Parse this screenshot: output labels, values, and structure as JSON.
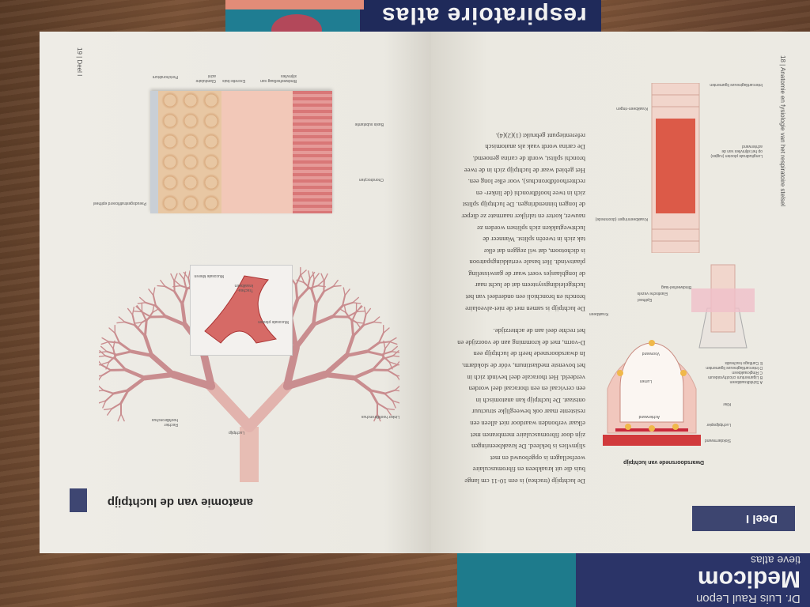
{
  "covers": {
    "top_title": "respiratoire atlas",
    "bottom_brand": "Medicom",
    "bottom_subtitle": "tieve atlas",
    "bottom_author": "Dr. Luis Raul Lepon"
  },
  "page18": {
    "section_tab": "Deel I",
    "running_head": "18 | Anatomie en fysiologie van het respiratoire stelsel",
    "paragraphs": [
      [
        "De luchtpijp (trachea) is een 10-11 cm lange",
        "buis die uit kraakbeen en fibromusculaire",
        "weefsellagen is opgebouwd en met",
        "slijmvlies is bekleed. De kraakbeenringen",
        "zijn door fibromusculaire membranen met",
        "elkaar verbonden waardoor niet alleen een",
        "resistente maar ook beweeglijke structuur",
        "ontstaat. De luchtpijp kan anatomisch in",
        "een cervicaal en een thoracaal deel worden",
        "verdeeld. Het thoracale deel bevindt zich in",
        "het bovenste mediastinum, vóór de slokdarm.",
        "In dwarsdoorsnede heeft de luchtpijp een",
        "D-vorm, met de kromming aan de voorzijde en",
        "het rechte deel aan de achterzijde."
      ],
      [
        "De luchtpijp is samen met de niet-alveolaire",
        "bronchi en bronchioli een onderdeel van het",
        "luchtgeleidingssysteem dat de lucht naar",
        "de longblaasjes voert waar de gaswisseling",
        "plaatsvindt. Het basale vertakkingspatroon",
        "is dichotoom, dat wil zeggen dat elke",
        "tak zich in tweeën splitst. Wanneer de",
        "luchtwegtakken zich splitsen worden ze",
        "nauwer, korter en talrijker naarmate ze dieper",
        "de longen binnendringen. De luchtpijp splitst",
        "zich in twee hoofdbronchi (de linker- en",
        "rechterhoofdbronchus), voor elke long een.",
        "Het gebied waar de luchtpijp zich in de twee",
        "bronchi splitst, wordt de carina genoemd.",
        "De carina wordt vaak als anatomisch",
        "referentiepunt gebruikt (1)(2)(4)."
      ]
    ],
    "cross_section": {
      "title": "Dwarsdoorsnede van luchtpijp",
      "labels": [
        "Kraakbeen",
        "Epitheel",
        "Elastische vezels",
        "Bindweefsel-laag",
        "Voorwand",
        "Lumen",
        "Achterwand",
        "Klier",
        "Luchtpijpspier",
        "Slokdarmwand"
      ]
    },
    "legend": [
      "A Schildkraakbeen",
      "B Ligamentum cricothyroideum",
      "C Ringkraakbeen",
      "D Intercartilagineuze ligamenten",
      "E Cartilago trachealis"
    ],
    "longitudinal_labels": [
      "Intercartilagineuze ligamenten",
      "Kraakbeen-ringen",
      "Longitudinale plooien (rugjes) op het slijmvlies van de achterwand",
      "Kraakbeenringen (doorsnede)"
    ]
  },
  "page19": {
    "title": "anatomie van de luchtpijp",
    "running_head": "19 | Deel I",
    "tree_labels": [
      "Luchtpijp",
      "Rechter hoofdbronchus",
      "Linker hoofdbronchus"
    ],
    "inset_labels": [
      "Mucosale plooien",
      "Trachea-kraakbeen",
      "Mucosale klieren"
    ],
    "histology_labels": [
      "Pseudogestratificeerd epitheel",
      "Bindweefsellaag van slijmvlies",
      "Excretie-buis",
      "Glandulaire acini",
      "Perichondrium",
      "Basis substantie",
      "Chondrocyten"
    ]
  }
}
